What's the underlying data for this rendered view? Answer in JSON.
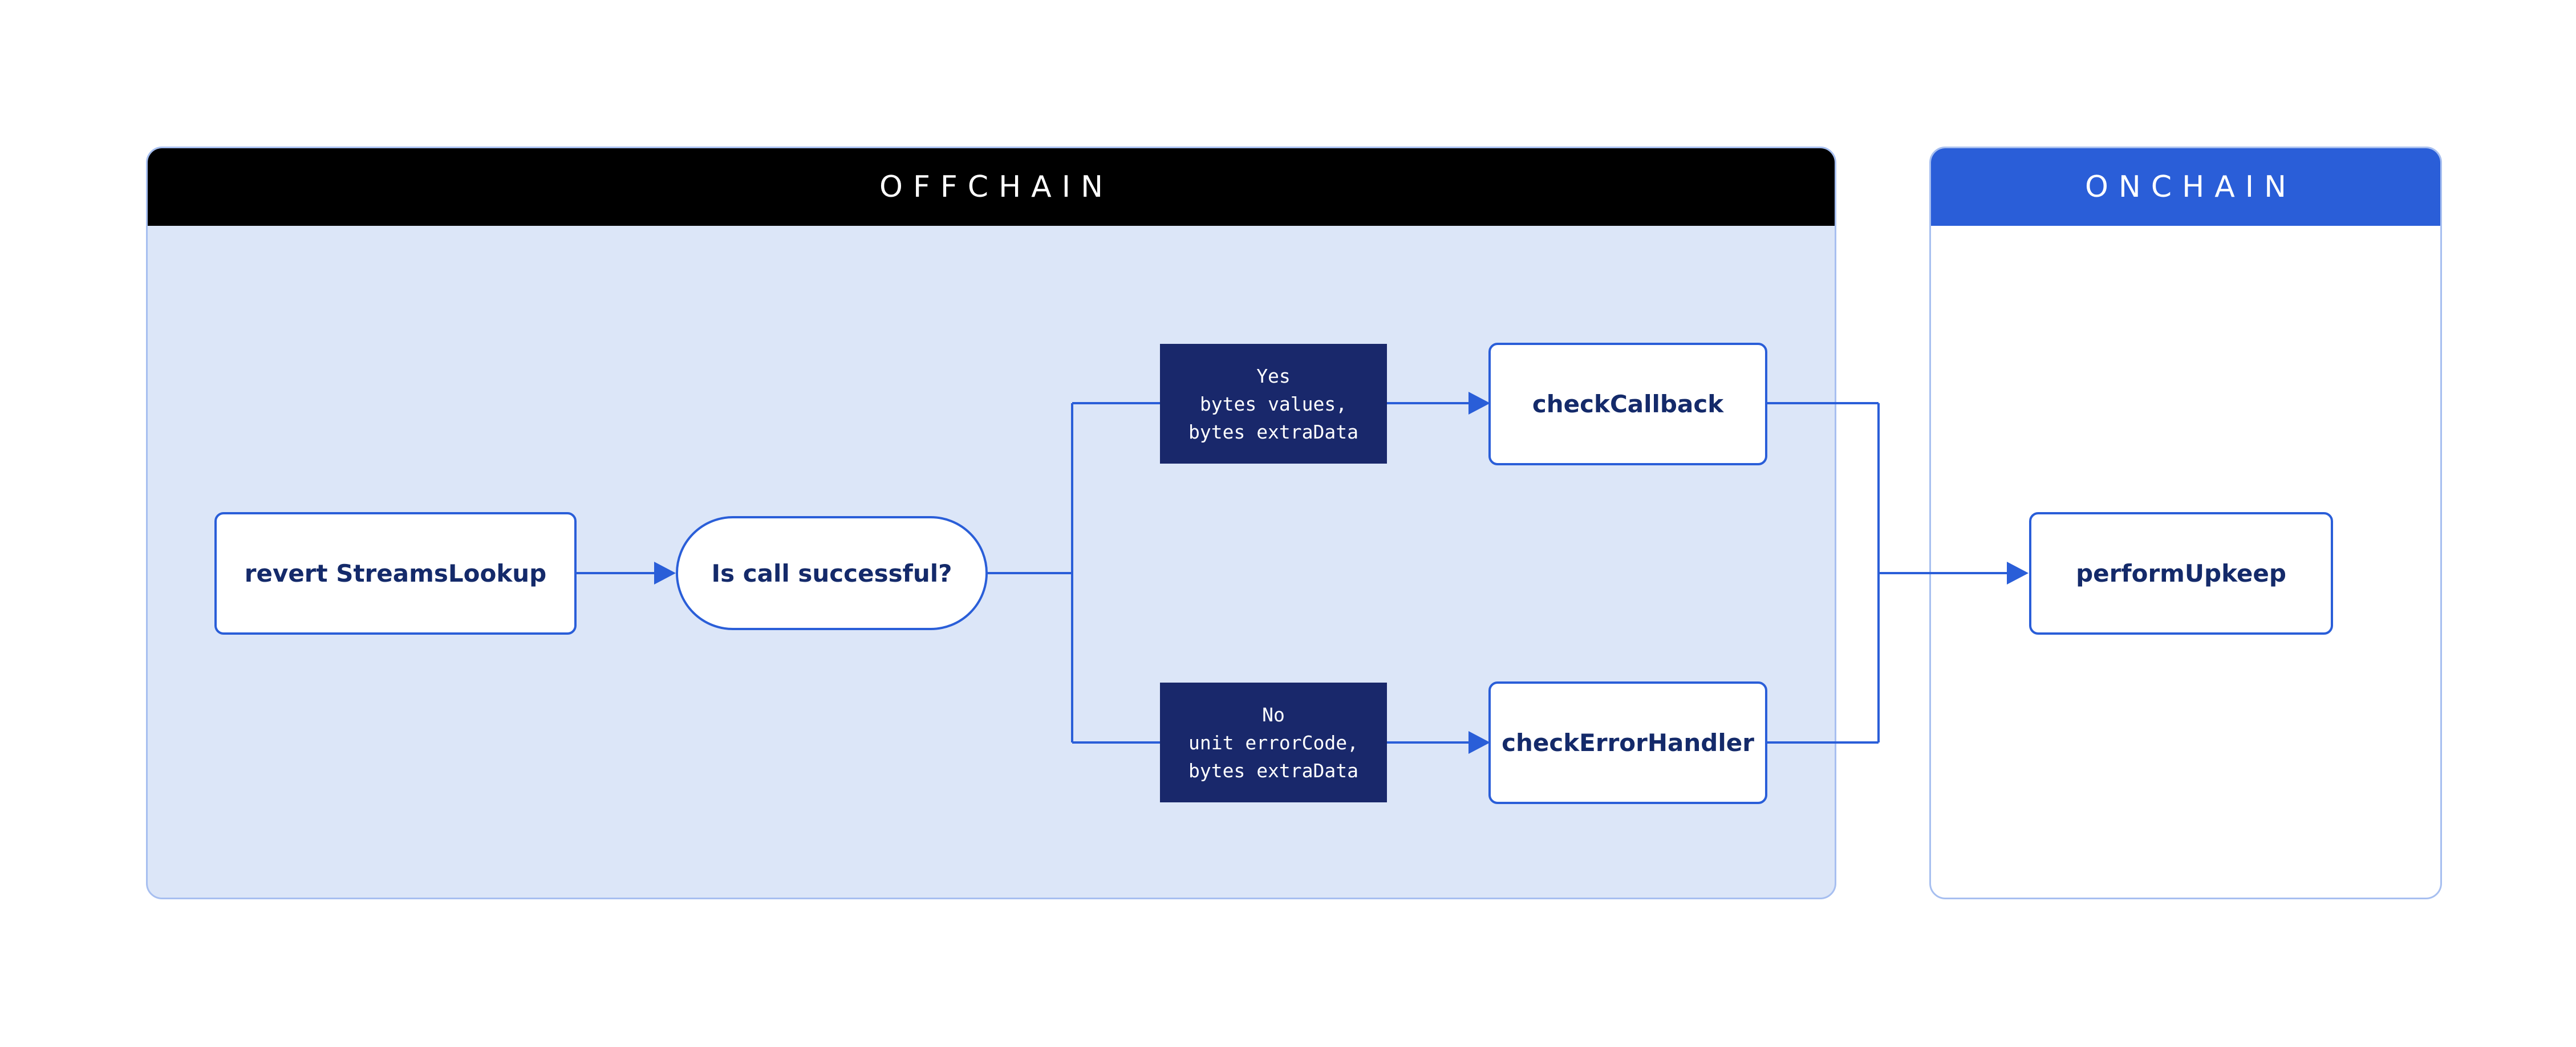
{
  "panels": {
    "offchain": {
      "title": "OFFCHAIN"
    },
    "onchain": {
      "title": "ONCHAIN"
    }
  },
  "nodes": {
    "revert_streams_lookup": "revert StreamsLookup",
    "is_call_successful": "Is call successful?",
    "check_callback": "checkCallback",
    "check_error_handler": "checkErrorHandler",
    "perform_upkeep": "performUpkeep"
  },
  "branches": {
    "yes": {
      "lines": [
        "Yes",
        "bytes values,",
        "bytes extraData"
      ]
    },
    "no": {
      "lines": [
        "No",
        "unit errorCode,",
        "bytes extraData"
      ]
    }
  },
  "colors": {
    "offchain_header": "#000000",
    "onchain_header": "#2a5ed8",
    "offchain_bg": "#dce6f8",
    "edge": "#2a5ed8",
    "label_bg": "#19286b"
  }
}
